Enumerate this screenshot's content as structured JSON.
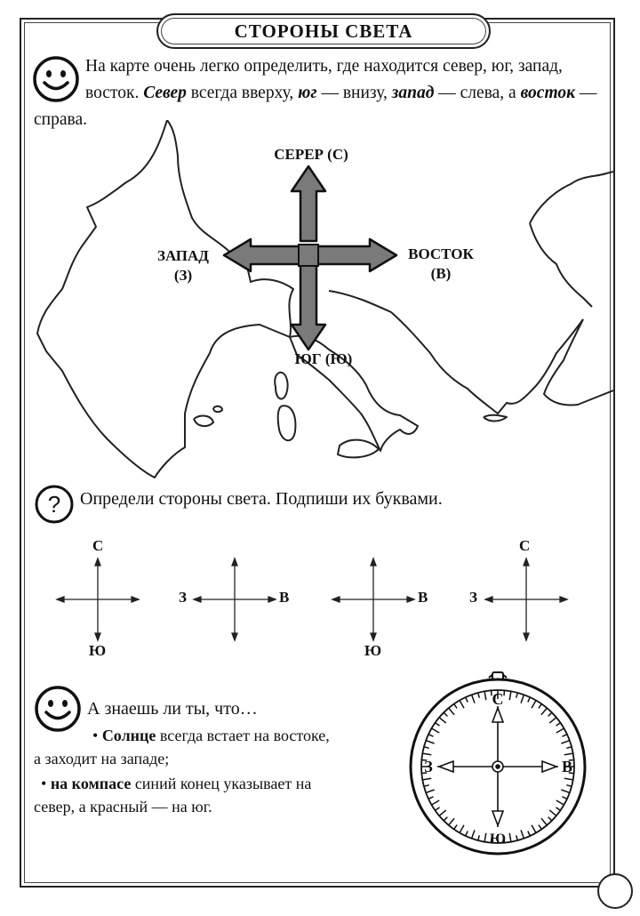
{
  "title": "СТОРОНЫ СВЕТА",
  "intro": {
    "pre": "На карте очень легко определить, где находится север, юг, запад, восток. ",
    "north_word": "Север",
    "mid1": " всегда вверху, ",
    "south_word": "юг",
    "mid2": " — внизу, ",
    "west_word": "запад",
    "mid3": " — слева, а ",
    "east_word": "восток",
    "post": " — справа."
  },
  "map": {
    "north_label": "СЕРЕР (С)",
    "west_label_word": "ЗАПАД",
    "west_label_letter": "(З)",
    "east_label_word": "ВОСТОК",
    "east_label_letter": "(В)",
    "south_label": "ЮГ (Ю)"
  },
  "question_icon_char": "?",
  "task": "Определи стороны света. Подпиши их буквами.",
  "exercises": [
    {
      "north": "С",
      "south": "Ю",
      "west": "",
      "east": ""
    },
    {
      "north": "",
      "south": "",
      "west": "З",
      "east": "В"
    },
    {
      "north": "",
      "south": "Ю",
      "west": "",
      "east": "В"
    },
    {
      "north": "С",
      "south": "",
      "west": "З",
      "east": ""
    }
  ],
  "know": {
    "title": "А знаешь ли ты, что…",
    "fact1_bold": "Солнце",
    "fact1_rest_a": " всегда встает на востоке,",
    "fact1_rest_b": "а заходит на западе;",
    "fact2_bold": "на компасе",
    "fact2_rest_a": " синий конец указывает на",
    "fact2_rest_b": "север, а красный — на юг."
  },
  "compass": {
    "north": "С",
    "east": "В",
    "south": "Ю",
    "west": "З"
  },
  "page_number": ""
}
